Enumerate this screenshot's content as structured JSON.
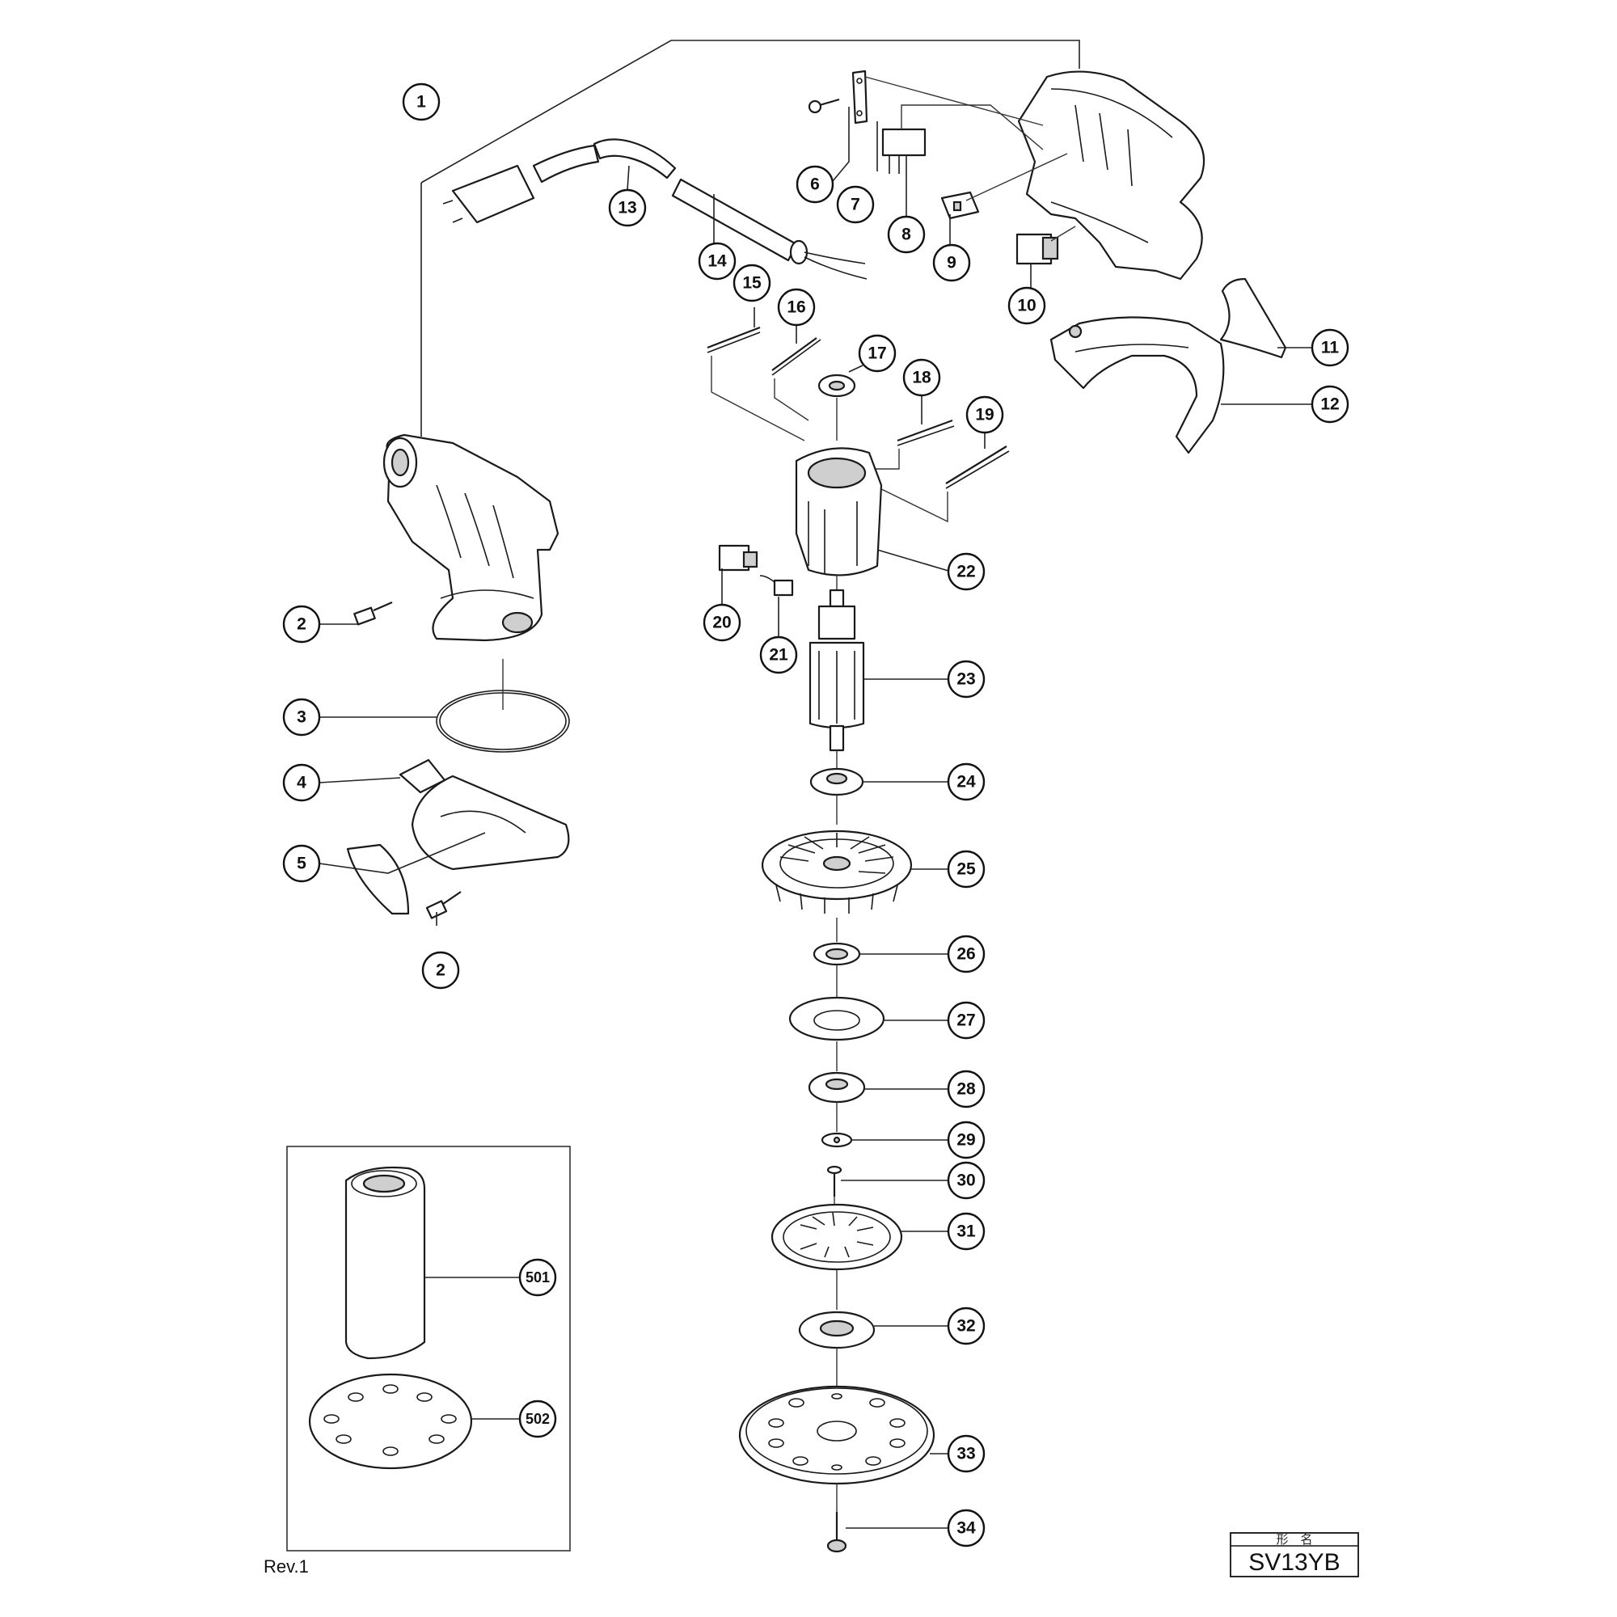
{
  "callouts": {
    "c1": "1",
    "c2a": "2",
    "c2b": "2",
    "c3": "3",
    "c4": "4",
    "c5": "5",
    "c6": "6",
    "c7": "7",
    "c8": "8",
    "c9": "9",
    "c10": "10",
    "c11": "11",
    "c12": "12",
    "c13": "13",
    "c14": "14",
    "c15": "15",
    "c16": "16",
    "c17": "17",
    "c18": "18",
    "c19": "19",
    "c20": "20",
    "c21": "21",
    "c22": "22",
    "c23": "23",
    "c24": "24",
    "c25": "25",
    "c26": "26",
    "c27": "27",
    "c28": "28",
    "c29": "29",
    "c30": "30",
    "c31": "31",
    "c32": "32",
    "c33": "33",
    "c34": "34",
    "c501": "501",
    "c502": "502"
  },
  "revision": "Rev.1",
  "model_box": {
    "header": "形　名",
    "model": "SV13YB"
  }
}
